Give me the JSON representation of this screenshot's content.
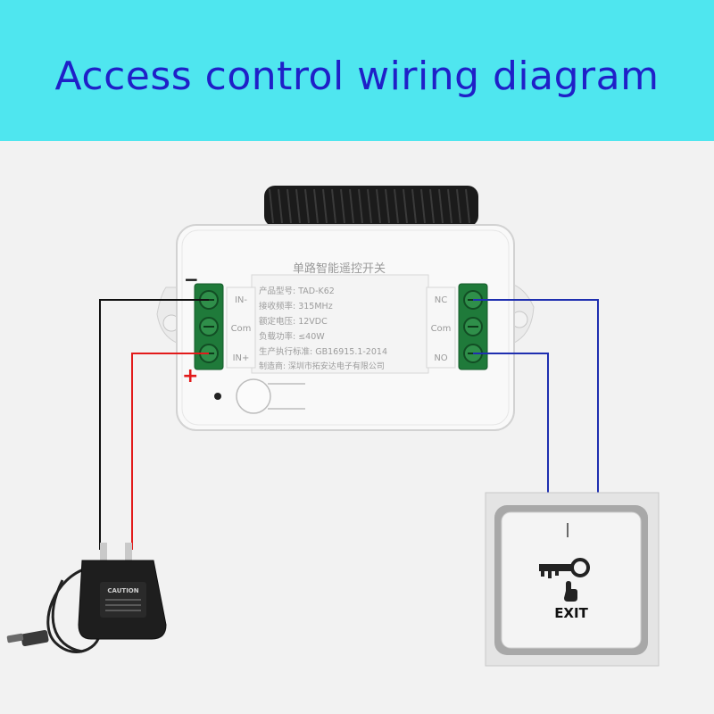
{
  "header": {
    "title": "Access control wiring diagram",
    "bg_color": "#4fe6ef",
    "title_color": "#1f20c8"
  },
  "receiver": {
    "product_title": "单路智能遥控开关",
    "spec_lines": [
      "产品型号: TAD-K62",
      "接收频率: 315MHz",
      "额定电压: 12VDC",
      "负载功率: ≤40W",
      "生产执行标准: GB16915.1-2014",
      "制造商: 深圳市拓安达电子有限公司"
    ],
    "left_terminal_labels": [
      "IN-",
      "Com",
      "IN+"
    ],
    "right_terminal_labels": [
      "NC",
      "Com",
      "NO"
    ]
  },
  "polarity": {
    "negative": "−",
    "positive": "+"
  },
  "adapter": {
    "caution_label": "CAUTION"
  },
  "exit_button": {
    "label": "EXIT",
    "icon": "key-icon"
  },
  "wire_colors": {
    "negative": "#111111",
    "positive": "#e21a1a",
    "signal": "#1f2fb0"
  }
}
